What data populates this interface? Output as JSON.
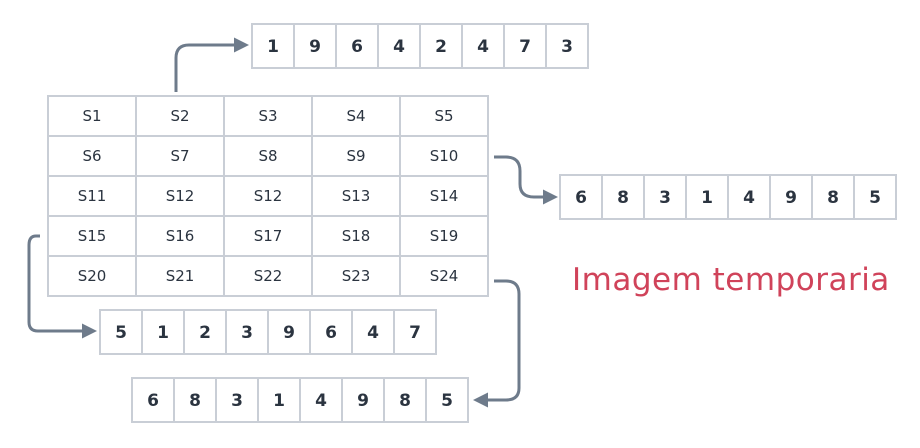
{
  "grid": {
    "rows": [
      [
        "S1",
        "S2",
        "S3",
        "S4",
        "S5"
      ],
      [
        "S6",
        "S7",
        "S8",
        "S9",
        "S10"
      ],
      [
        "S11",
        "S12",
        "S12",
        "S13",
        "S14"
      ],
      [
        "S15",
        "S16",
        "S17",
        "S18",
        "S19"
      ],
      [
        "S20",
        "S21",
        "S22",
        "S23",
        "S24"
      ]
    ]
  },
  "arrays": [
    {
      "name": "array-top",
      "values": [
        "1",
        "9",
        "6",
        "4",
        "2",
        "4",
        "7",
        "3"
      ]
    },
    {
      "name": "array-right",
      "values": [
        "6",
        "8",
        "3",
        "1",
        "4",
        "9",
        "8",
        "5"
      ]
    },
    {
      "name": "array-bottom-left",
      "values": [
        "5",
        "1",
        "2",
        "3",
        "9",
        "6",
        "4",
        "7"
      ]
    },
    {
      "name": "array-bottom",
      "values": [
        "6",
        "8",
        "3",
        "1",
        "4",
        "9",
        "8",
        "5"
      ]
    }
  ],
  "caption": "Imagem temporaria",
  "colors": {
    "text": "#2b3440",
    "border": "#c9ced6",
    "arrow": "#6e7b8b",
    "caption": "#d0435a"
  }
}
